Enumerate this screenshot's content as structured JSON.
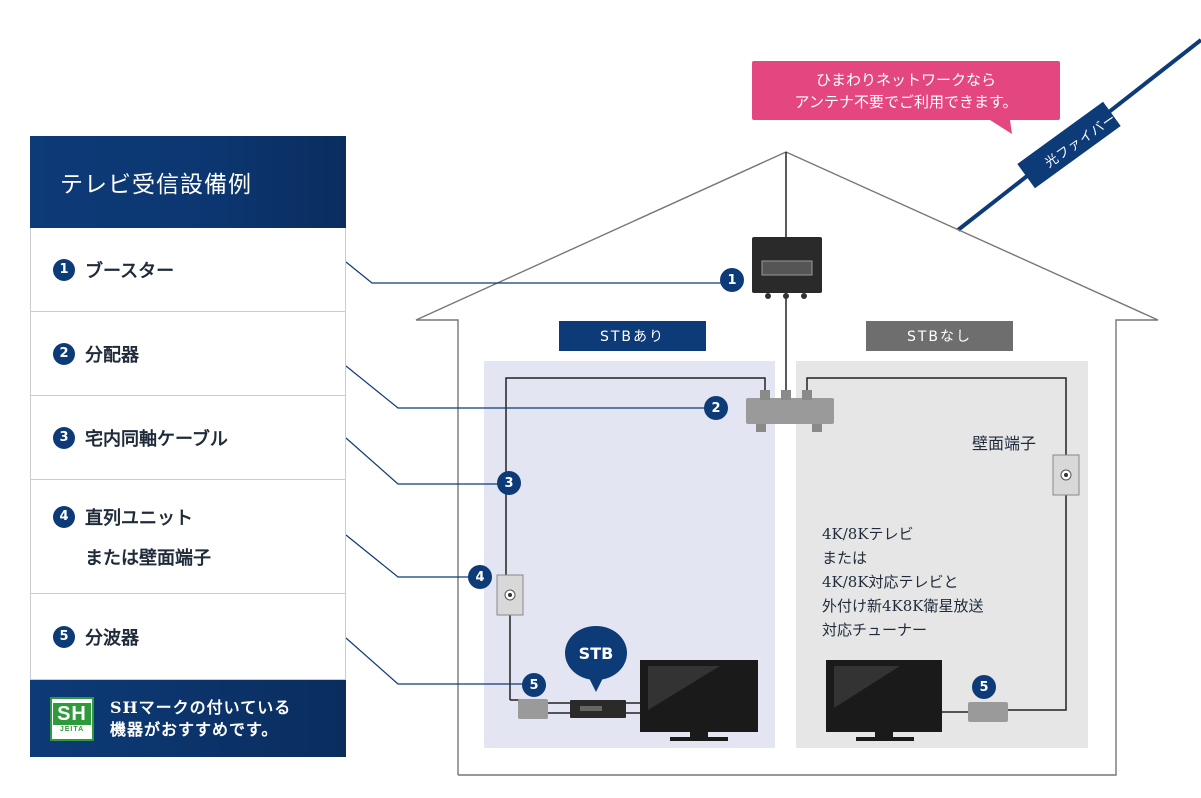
{
  "panel": {
    "title": "テレビ受信設備例",
    "items": [
      {
        "num": "1",
        "label": "ブースター"
      },
      {
        "num": "2",
        "label": "分配器"
      },
      {
        "num": "3",
        "label": "宅内同軸ケーブル"
      },
      {
        "num": "4",
        "label": "直列ユニット",
        "label2": "または壁面端子"
      },
      {
        "num": "5",
        "label": "分波器"
      }
    ],
    "sh_note_line1": "SHマークの付いている",
    "sh_note_line2": "機器がおすすめです。",
    "sh_logo_text": "SH",
    "sh_logo_sub": "JEITA"
  },
  "callout": {
    "line1": "ひまわりネットワークなら",
    "line2": "アンテナ不要でご利用できます。"
  },
  "fiber_label": "光ファイバー",
  "zones": {
    "with_stb": "STBあり",
    "without_stb": "STBなし"
  },
  "stb_bubble": "STB",
  "wall_terminal_label": "壁面端子",
  "tv_description": [
    "4K/8Kテレビ",
    "または",
    "4K/8K対応テレビと",
    "外付け新4K8K衛星放送",
    "対応チューナー"
  ],
  "badges": [
    "1",
    "2",
    "3",
    "4",
    "5",
    "5"
  ],
  "colors": {
    "navy": "#0d3b78",
    "pink": "#e4477f",
    "gray_tag": "#6e6e6e",
    "sh_green": "#2f9a3c"
  }
}
